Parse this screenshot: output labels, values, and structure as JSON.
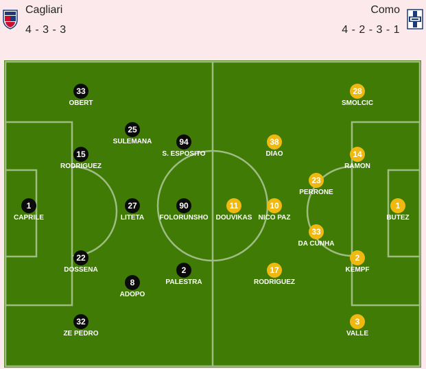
{
  "home": {
    "name": "Cagliari",
    "formation": "4 - 3 - 3",
    "logo_icon": "cagliari-crest",
    "color": "#0b0b0b",
    "players": [
      {
        "number": "1",
        "name": "CAPRILE"
      },
      {
        "number": "33",
        "name": "OBERT"
      },
      {
        "number": "15",
        "name": "RODRIGUEZ"
      },
      {
        "number": "22",
        "name": "DOSSENA"
      },
      {
        "number": "32",
        "name": "ZE PEDRO"
      },
      {
        "number": "25",
        "name": "SULEMANA"
      },
      {
        "number": "27",
        "name": "LITETA"
      },
      {
        "number": "8",
        "name": "ADOPO"
      },
      {
        "number": "94",
        "name": "S. ESPOSITO"
      },
      {
        "number": "90",
        "name": "FOLORUNSHO"
      },
      {
        "number": "2",
        "name": "PALESTRA"
      }
    ]
  },
  "away": {
    "name": "Como",
    "formation": "4 - 2 - 3 - 1",
    "logo_icon": "como-crest",
    "color": "#f0b912",
    "players": [
      {
        "number": "1",
        "name": "BUTEZ"
      },
      {
        "number": "28",
        "name": "SMOLCIC"
      },
      {
        "number": "14",
        "name": "RAMON"
      },
      {
        "number": "2",
        "name": "KEMPF"
      },
      {
        "number": "3",
        "name": "VALLE"
      },
      {
        "number": "23",
        "name": "PERRONE"
      },
      {
        "number": "33",
        "name": "DA CUNHA"
      },
      {
        "number": "38",
        "name": "DIAO"
      },
      {
        "number": "10",
        "name": "NICO PAZ"
      },
      {
        "number": "17",
        "name": "RODRIGUEZ"
      },
      {
        "number": "11",
        "name": "DOUVIKAS"
      }
    ]
  },
  "pitch_color": "#3f7b05"
}
